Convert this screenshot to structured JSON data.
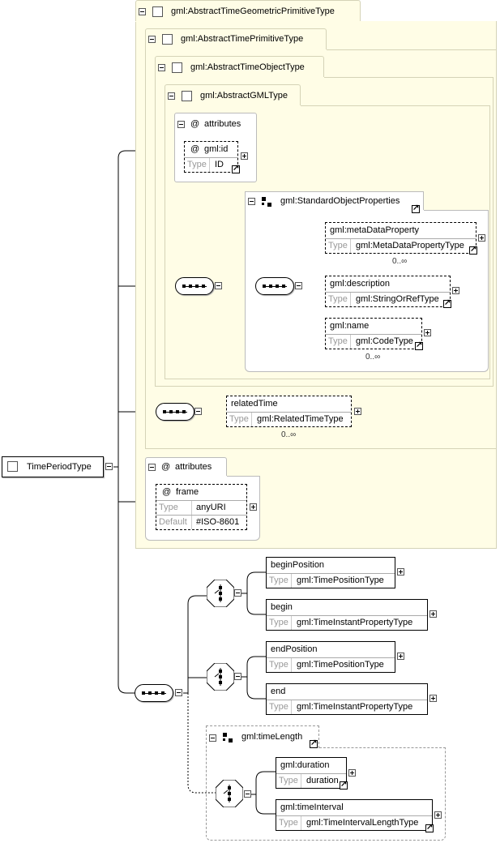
{
  "root": {
    "name": "TimePeriodType"
  },
  "types": {
    "t1": "gml:AbstractTimeGeometricPrimitiveType",
    "t2": "gml:AbstractTimePrimitiveType",
    "t3": "gml:AbstractTimeObjectType",
    "t4": "gml:AbstractGMLType"
  },
  "attrs1": {
    "title_at": "@",
    "title": "attributes",
    "id_at": "@",
    "id_name": "gml:id",
    "type_key": "Type",
    "id_type": "ID"
  },
  "sop": {
    "title": "gml:StandardObjectProperties",
    "meta_name": "gml:metaDataProperty",
    "meta_type": "gml:MetaDataPropertyType",
    "meta_occ": "0..∞",
    "desc_name": "gml:description",
    "desc_type": "gml:StringOrRefType",
    "name_name": "gml:name",
    "name_type": "gml:CodeType",
    "name_occ": "0..∞",
    "type_key": "Type"
  },
  "related": {
    "name": "relatedTime",
    "type_key": "Type",
    "type": "gml:RelatedTimeType",
    "occ": "0..∞"
  },
  "attrs2": {
    "title_at": "@",
    "title": "attributes",
    "frame_at": "@",
    "frame_name": "frame",
    "type_key": "Type",
    "type": "anyURI",
    "default_key": "Default",
    "default": "#ISO-8601"
  },
  "begin": {
    "pos_name": "beginPosition",
    "pos_type": "gml:TimePositionType",
    "b_name": "begin",
    "b_type": "gml:TimeInstantPropertyType",
    "type_key": "Type"
  },
  "end": {
    "pos_name": "endPosition",
    "pos_type": "gml:TimePositionType",
    "e_name": "end",
    "e_type": "gml:TimeInstantPropertyType",
    "type_key": "Type"
  },
  "timeLength": {
    "title": "gml:timeLength",
    "dur_name": "gml:duration",
    "dur_type": "duration",
    "int_name": "gml:timeInterval",
    "int_type": "gml:TimeIntervalLengthType",
    "type_key": "Type"
  },
  "colors": {
    "panel": "#fffde6",
    "panel_border": "#d5d3b7",
    "line": "#000000"
  }
}
